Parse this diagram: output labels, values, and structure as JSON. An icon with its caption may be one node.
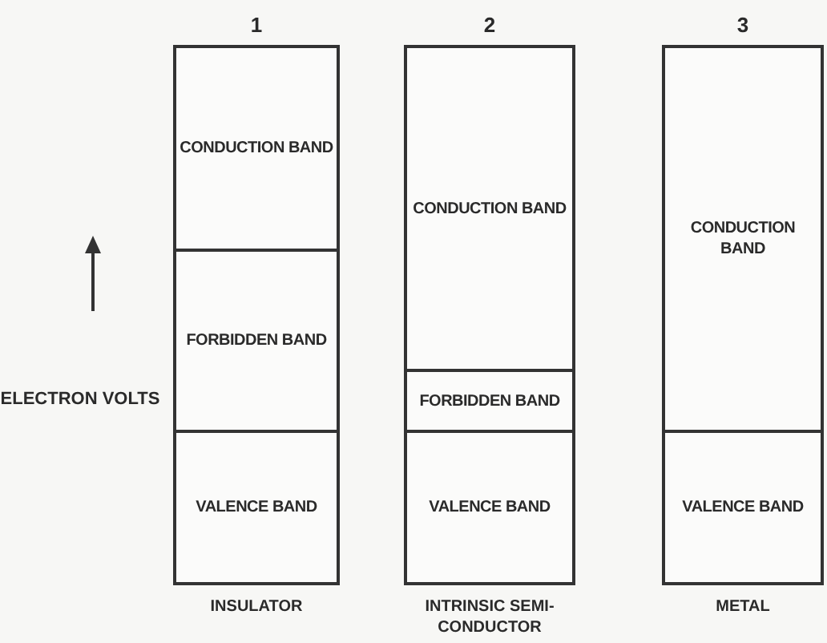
{
  "diagram": {
    "nodes": [
      {
        "text": [
          "1"
        ],
        "beside": [
          "INSULATOR"
        ]
      },
      {
        "text": [
          "CONDUCTION BAND"
        ],
        "in": 0
      },
      {
        "text": [
          "FORBIDDEN BAND"
        ],
        "in": 0
      },
      {
        "text": [
          "VALENCE BAND"
        ],
        "in": 0
      },
      {
        "text": [
          "2"
        ],
        "beside": [
          "INTRINSIC SEMI-CONDUCTOR"
        ]
      },
      {
        "text": [
          "CONDUCTION BAND"
        ],
        "in": 4
      },
      {
        "text": [
          "FORBIDDEN BAND"
        ],
        "in": 4
      },
      {
        "text": [
          "VALENCE BAND"
        ],
        "in": 4
      },
      {
        "text": [
          "3"
        ],
        "beside": [
          "METAL"
        ]
      },
      {
        "text": [
          "CONDUCTION BAND"
        ],
        "in": 8
      },
      {
        "text": [
          "VALENCE BAND"
        ],
        "in": 8
      }
    ],
    "edges": [],
    "labels": [
      "ELECTRON VOLTS"
    ]
  }
}
